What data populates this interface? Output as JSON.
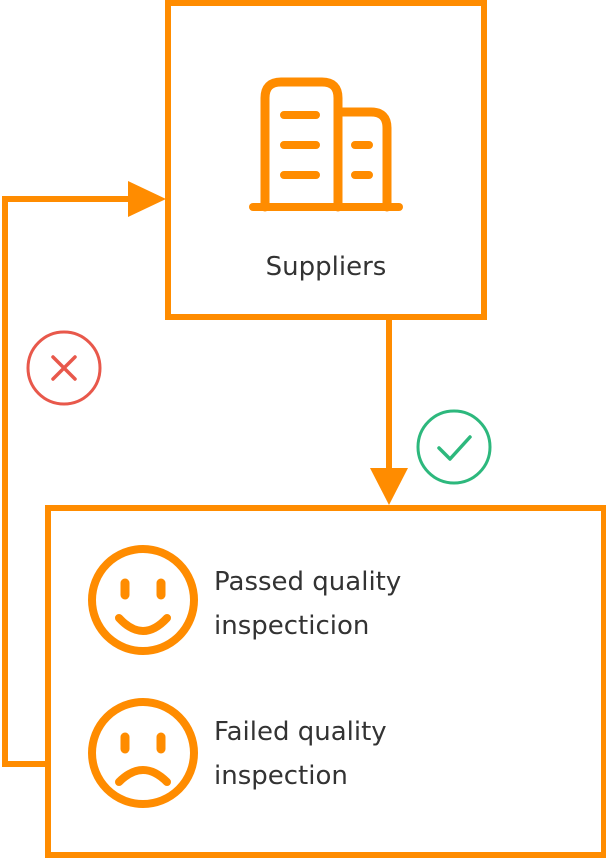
{
  "suppliers": {
    "label": "Suppliers",
    "icon": "buildings-icon"
  },
  "outcomes": {
    "passed": {
      "line1": "Passed quality",
      "line2": "inspecticion",
      "icon": "smiley-face-icon"
    },
    "failed": {
      "line1": "Failed quality",
      "line2": "inspection",
      "icon": "sad-face-icon"
    }
  },
  "flow": {
    "pass_marker_icon": "check-circle-icon",
    "fail_marker_icon": "x-circle-icon"
  },
  "colors": {
    "accent": "#ff8c00",
    "pass": "#2db87d",
    "fail": "#e8584b",
    "text": "#333333"
  }
}
